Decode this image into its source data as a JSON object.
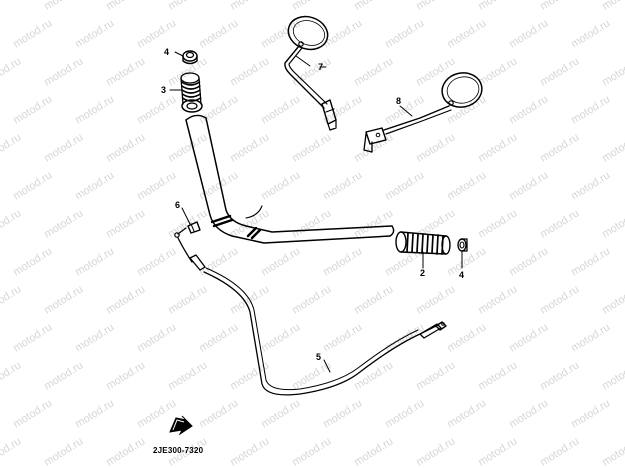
{
  "watermark": {
    "text": "motod.ru"
  },
  "callouts": {
    "c1": "4",
    "c2": "3",
    "c3": "7",
    "c4": "8",
    "c5": "6",
    "c6": "2",
    "c7": "4",
    "c8": "5"
  },
  "diagram_code": "2JE300-7320",
  "icon_names": [
    "front-arrow-icon"
  ]
}
